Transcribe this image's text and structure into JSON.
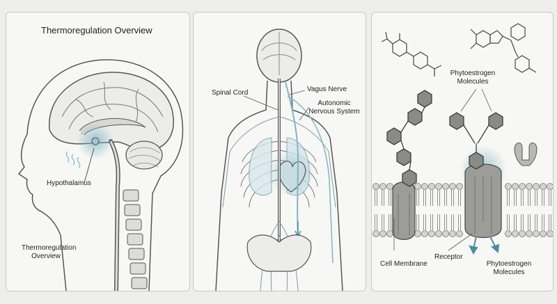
{
  "panel1": {
    "title": "Thermoregulation Overview",
    "label_hypothalamus": "Hypothalamus",
    "caption_line1": "Thermoregulation",
    "caption_line2": "Overview"
  },
  "panel2": {
    "label_spinal_cord": "Spinal Cord",
    "label_vagus_nerve": "Vagus Nerve",
    "label_ans_line1": "Autonomic",
    "label_ans_line2": "Nervous System"
  },
  "panel3": {
    "label_phyto_top_line1": "Phytoestrogen",
    "label_phyto_top_line2": "Molecules",
    "label_cell_membrane": "Cell Membrane",
    "label_receptor": "Receptor",
    "label_phyto_bottom_line1": "Phytoestrogen",
    "label_phyto_bottom_line2": "Molecules"
  },
  "colors": {
    "line": "#555555",
    "accent": "#7fb6c4",
    "panel_bg": "#f7f7f5",
    "page_bg": "#eeeeec"
  }
}
